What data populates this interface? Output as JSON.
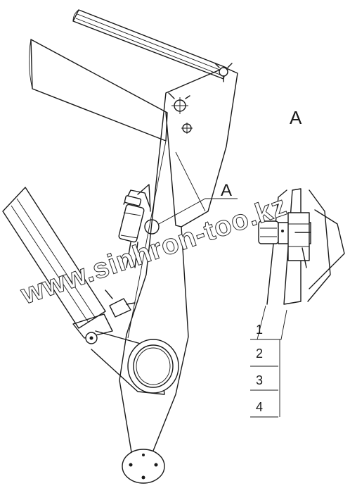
{
  "view_title": "A",
  "callout_label": "A",
  "callout_numbers": [
    "1",
    "2",
    "3",
    "4"
  ],
  "watermark": "www.sinhron-too.kz",
  "colors": {
    "ink": "#1a1a1a",
    "paper": "#ffffff"
  }
}
